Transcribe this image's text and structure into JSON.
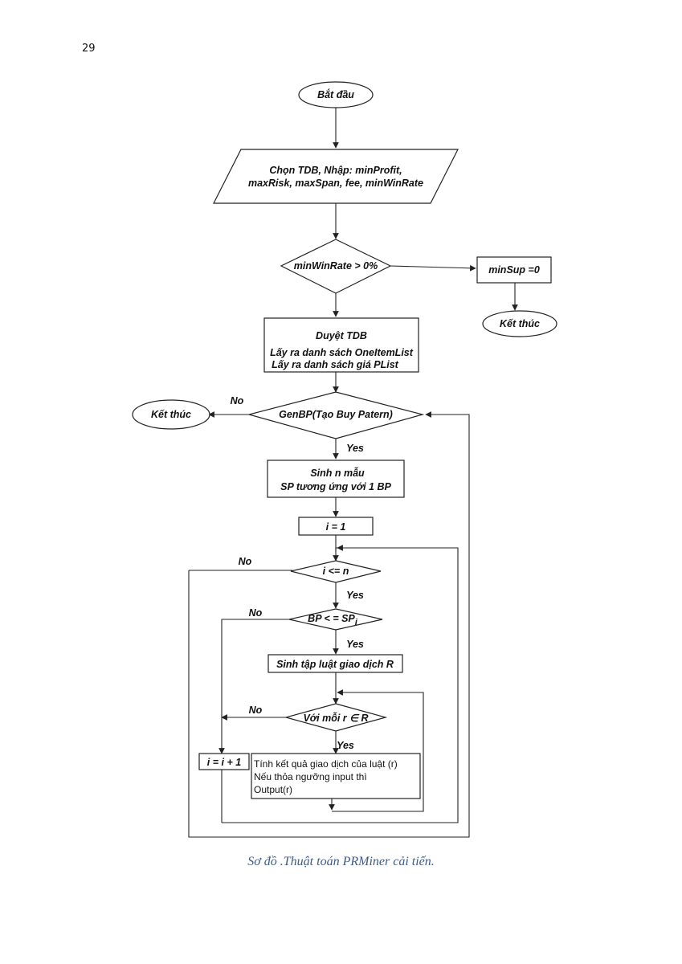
{
  "page": {
    "number": "29",
    "caption": "Sơ đồ .Thuật toán PRMiner cải tiến."
  },
  "flowchart": {
    "start": "Bắt đầu",
    "input_line1": "Chọn TDB, Nhập: minProfit,",
    "input_line2": "maxRisk, maxSpan, fee, minWinRate",
    "decision_winrate": "minWinRate > 0%",
    "minsup": "minSup =0",
    "end_right": "Kết thúc",
    "scan_title": "Duyệt TDB",
    "scan_line1": "Lấy ra danh sách OneItemList",
    "scan_line2": "Lấy ra danh sách giá PList",
    "decision_genbp": "GenBP(Tạo Buy Patern)",
    "end_left": "Kết thúc",
    "no_label": "No",
    "yes_label": "Yes",
    "gen_line1": "Sinh n mẫu",
    "gen_line2": "SP tương ứng với 1 BP",
    "init_i": "i = 1",
    "decision_i_le_n": "i <= n",
    "decision_bp_sp": "BP < = SP",
    "decision_bp_sp_sub": "i",
    "gen_rules": "Sinh tập luật giao dịch R",
    "decision_each_r": "Với mỗi r ∈ R",
    "incr_i": "i = i + 1",
    "calc_line1": "Tính kết quả giao dịch của luật (r)",
    "calc_line2": "Nếu  thỏa ngưỡng input  thì",
    "calc_line3": "Output(r)"
  }
}
